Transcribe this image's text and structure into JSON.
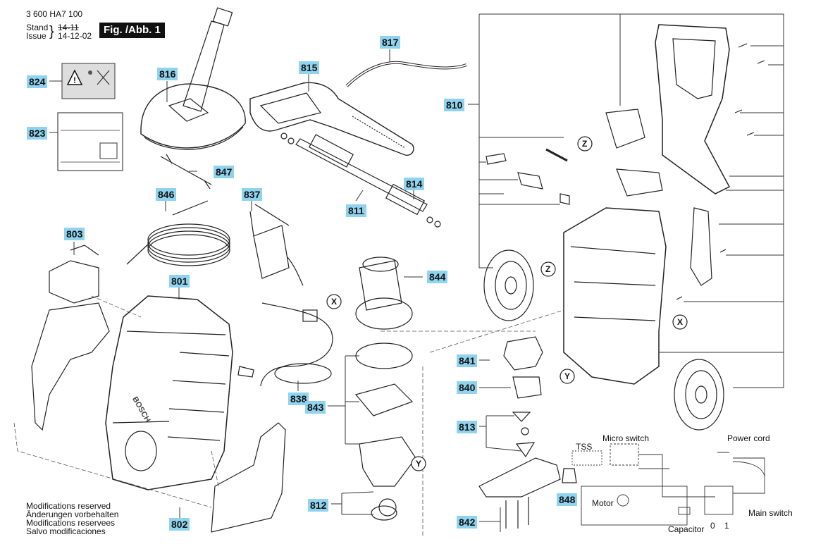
{
  "header": {
    "doc_number": "3 600 HA7 100",
    "stand_label": "Stand",
    "issue_label": "Issue",
    "stand_old": "14-11",
    "issue_date": "14-12-02",
    "fig_label": "Fig. /Abb. 1"
  },
  "callouts": {
    "c824": "824",
    "c823": "823",
    "c816": "816",
    "c815": "815",
    "c817": "817",
    "c810": "810",
    "c847": "847",
    "c846": "846",
    "c837": "837",
    "c814": "814",
    "c811": "811",
    "c803": "803",
    "c801": "801",
    "c844": "844",
    "c841": "841",
    "c840": "840",
    "c838": "838",
    "c843": "843",
    "c813": "813",
    "c848": "848",
    "c812": "812",
    "c842": "842",
    "c802": "802"
  },
  "refs": {
    "x": "X",
    "y": "Y",
    "z": "Z"
  },
  "notes": [
    "Modifications reserved",
    "Änderungen vorbehalten",
    "Modifications reservees",
    "Salvo modificaciones"
  ],
  "circuit": {
    "tss": "TSS",
    "micro_switch": "Micro switch",
    "power_cord": "Power cord",
    "motor": "Motor",
    "capacitor": "Capacitor",
    "main_switch": "Main switch",
    "pos0": "0",
    "pos1": "1"
  },
  "brand": "BOSCH",
  "colors": {
    "callout_bg": "#8fd3ef",
    "line": "#222222",
    "fig_bg": "#111111"
  }
}
